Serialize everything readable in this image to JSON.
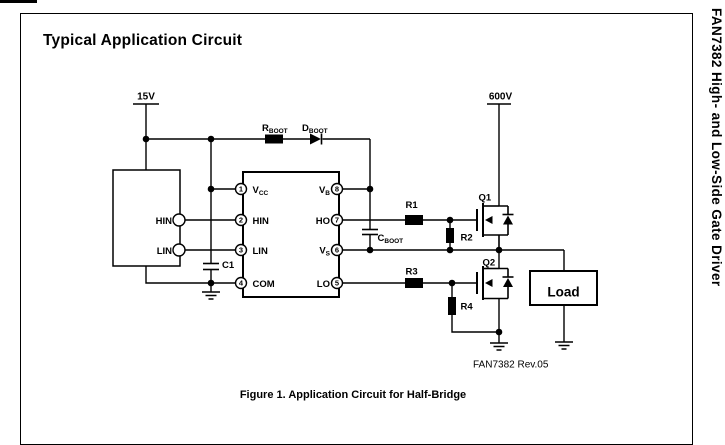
{
  "page": {
    "title": "Typical Application Circuit",
    "side_text": "FAN7382  High- and Low-Side Gate Driver",
    "caption": "Figure 1. Application Circuit for Half-Bridge",
    "revision": "FAN7382  Rev.05"
  },
  "supplies": {
    "low": "15V",
    "high": "600V"
  },
  "inputs": {
    "hin": "HIN",
    "lin": "LIN"
  },
  "ic": {
    "pins_left": [
      {
        "num": "1",
        "main": "V",
        "sub": "CC"
      },
      {
        "num": "2",
        "main": "HIN",
        "sub": ""
      },
      {
        "num": "3",
        "main": "LIN",
        "sub": ""
      },
      {
        "num": "4",
        "main": "COM",
        "sub": ""
      }
    ],
    "pins_right": [
      {
        "num": "8",
        "main": "V",
        "sub": "B"
      },
      {
        "num": "7",
        "main": "HO",
        "sub": ""
      },
      {
        "num": "6",
        "main": "V",
        "sub": "S"
      },
      {
        "num": "5",
        "main": "LO",
        "sub": ""
      }
    ]
  },
  "components": {
    "rboot": {
      "main": "R",
      "sub": "BOOT"
    },
    "dboot": {
      "main": "D",
      "sub": "BOOT"
    },
    "cboot": {
      "main": "C",
      "sub": "BOOT"
    },
    "c1": "C1",
    "r1": "R1",
    "r2": "R2",
    "r3": "R3",
    "r4": "R4",
    "q1": "Q1",
    "q2": "Q2",
    "load": "Load"
  },
  "colors": {
    "ink": "#000000",
    "background": "#ffffff"
  }
}
